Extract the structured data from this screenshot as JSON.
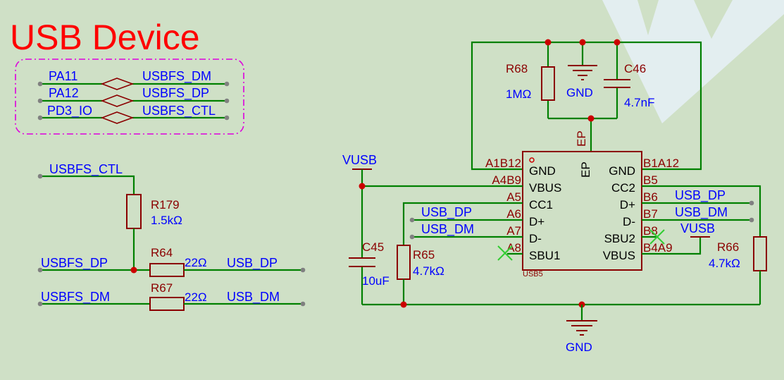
{
  "title": "USB Device",
  "net_labels": {
    "pa11": "PA11",
    "pa12": "PA12",
    "pd3": "PD3_IO",
    "usbfs_dm": "USBFS_DM",
    "usbfs_dp": "USBFS_DP",
    "usbfs_ctl": "USBFS_CTL",
    "usb_dp": "USB_DP",
    "usb_dm": "USB_DM",
    "vusb": "VUSB"
  },
  "components": {
    "r179": {
      "ref": "R179",
      "value": "1.5kΩ"
    },
    "r64": {
      "ref": "R64",
      "value": "22Ω"
    },
    "r67": {
      "ref": "R67",
      "value": "22Ω"
    },
    "r68": {
      "ref": "R68",
      "value": "1MΩ"
    },
    "c46": {
      "ref": "C46",
      "value": "4.7nF"
    },
    "c45": {
      "ref": "C45",
      "value": "10uF"
    },
    "r65": {
      "ref": "R65",
      "value": "4.7kΩ"
    },
    "r66": {
      "ref": "R66",
      "value": "4.7kΩ"
    },
    "usb5": {
      "ref": "USB5"
    }
  },
  "ground_label": "GND",
  "ep_label": "EP",
  "pins_left": [
    {
      "num": "A1B12",
      "name": "GND"
    },
    {
      "num": "A4B9",
      "name": "VBUS"
    },
    {
      "num": "A5",
      "name": "CC1"
    },
    {
      "num": "A6",
      "name": "D+"
    },
    {
      "num": "A7",
      "name": "D-"
    },
    {
      "num": "A8",
      "name": "SBU1"
    }
  ],
  "pins_right": [
    {
      "num": "B1A12",
      "name": "GND"
    },
    {
      "num": "B5",
      "name": "CC2"
    },
    {
      "num": "B6",
      "name": "D+"
    },
    {
      "num": "B7",
      "name": "D-"
    },
    {
      "num": "B8",
      "name": "SBU2"
    },
    {
      "num": "B4A9",
      "name": "VBUS"
    }
  ]
}
